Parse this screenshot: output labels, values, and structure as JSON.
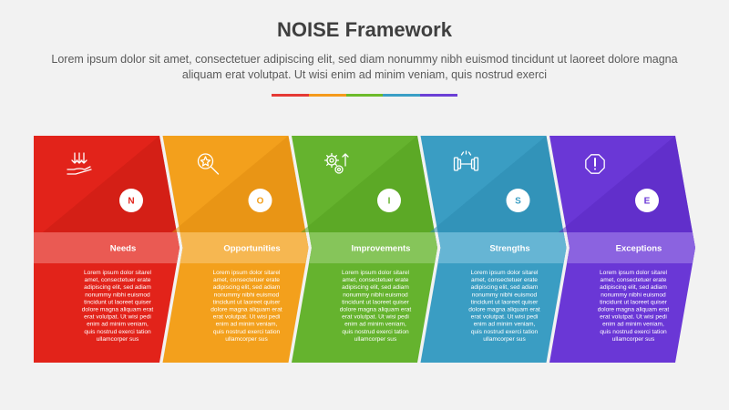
{
  "title": "NOISE Framework",
  "subtitle": "Lorem ipsum dolor sit amet, consectetuer adipiscing elit, sed diam nonummy nibh euismod tincidunt ut laoreet dolore magna aliquam erat volutpat. Ut wisi enim ad minim veniam, quis nostrud exerci",
  "divider_colors": [
    "#e53935",
    "#f59a1b",
    "#6dbb2a",
    "#3a9fc6",
    "#6b3fd6"
  ],
  "steps": [
    {
      "letter": "N",
      "label": "Needs",
      "icon": "hand-arrows-icon",
      "color": "#e2231a",
      "dark": "#c81d14",
      "band": "#ea5a53",
      "body": [
        "Lorem ipsum dolor sitarel",
        "amet, consectetuer erate",
        "adipiscing elit, sed adiam",
        "nonummy nibhi euismod",
        "tincidunt ut laoreet quiser",
        "dolore magna aliquam erat",
        "erat volutpat. Ut wisi pedi",
        "enim ad minim veniam,",
        "quis nostrud exerci tation",
        "ullamcorper sus"
      ]
    },
    {
      "letter": "O",
      "label": "Opportunities",
      "icon": "magnifier-star-icon",
      "color": "#f3a01c",
      "dark": "#e08d10",
      "band": "#f6b751",
      "body": [
        "Lorem ipsum dolor sitarel",
        "amet, consectetuer erate",
        "adipiscing elit, sed adiam",
        "nonummy nibhi euismod",
        "tincidunt ut laoreet quiser",
        "dolore magna aliquam erat",
        "erat volutpat. Ut wisi pedi",
        "enim ad minim veniam,",
        "quis nostrud exerci tation",
        "ullamcorper sus"
      ]
    },
    {
      "letter": "I",
      "label": "Improvements",
      "icon": "gears-arrow-icon",
      "color": "#65b32e",
      "dark": "#55a021",
      "band": "#86c55a",
      "body": [
        "Lorem ipsum dolor sitarel",
        "amet, consectetuer erate",
        "adipiscing elit, sed adiam",
        "nonummy nibhi euismod",
        "tincidunt ut laoreet quiser",
        "dolore magna aliquam erat",
        "erat volutpat. Ut wisi pedi",
        "enim ad minim veniam,",
        "quis nostrud exerci tation",
        "ullamcorper sus"
      ]
    },
    {
      "letter": "S",
      "label": "Strengths",
      "icon": "dumbbell-icon",
      "color": "#3a9dc3",
      "dark": "#2c8bb1",
      "band": "#66b5d4",
      "body": [
        "Lorem ipsum dolor sitarel",
        "amet, consectetuer erate",
        "adipiscing elit, sed adiam",
        "nonummy nibhi euismod",
        "tincidunt ut laoreet quiser",
        "dolore magna aliquam erat",
        "erat volutpat. Ut wisi pedi",
        "enim ad minim veniam,",
        "quis nostrud exerci tation",
        "ullamcorper sus"
      ]
    },
    {
      "letter": "E",
      "label": "Exceptions",
      "icon": "octagon-exclamation-icon",
      "color": "#6a37d6",
      "dark": "#5a29c2",
      "band": "#8b63e0",
      "body": [
        "Lorem ipsum dolor sitarel",
        "amet, consectetuer erate",
        "adipiscing elit, sed adiam",
        "nonummy nibhi euismod",
        "tincidunt ut laoreet quiser",
        "dolore magna aliquam erat",
        "erat volutpat. Ut wisi pedi",
        "enim ad minim veniam,",
        "quis nostrud exerci tation",
        "ullamcorper sus"
      ]
    }
  ]
}
